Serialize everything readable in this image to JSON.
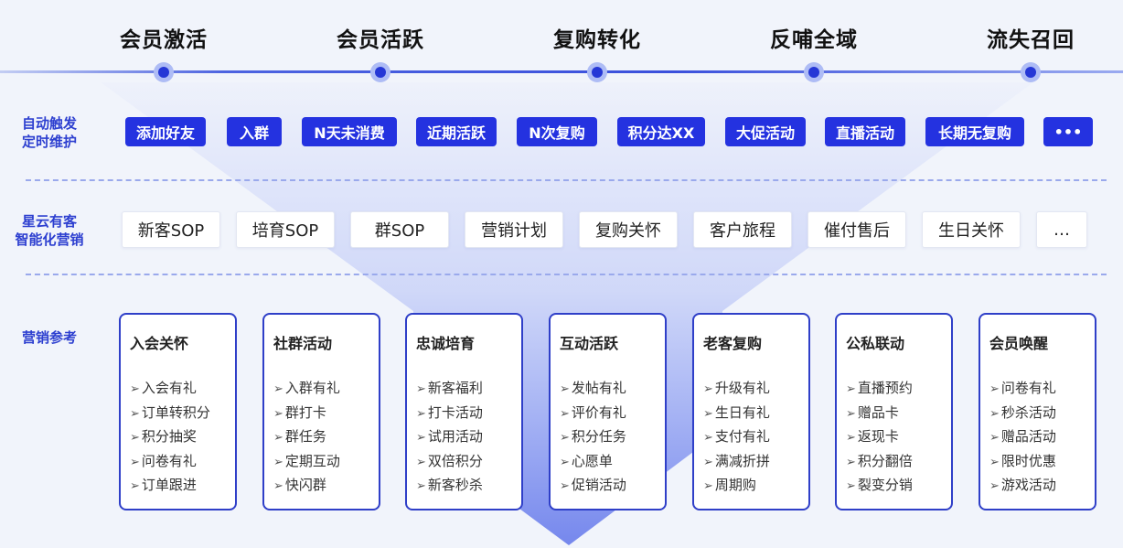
{
  "stages": [
    "会员激活",
    "会员活跃",
    "复购转化",
    "反哺全域",
    "流失召回"
  ],
  "row_labels": {
    "auto": [
      "自动触发",
      "定时维护"
    ],
    "sop": [
      "星云有客",
      "智能化营销"
    ],
    "ref": [
      "营销参考"
    ]
  },
  "triggers": [
    "添加好友",
    "入群",
    "N天未消费",
    "近期活跃",
    "N次复购",
    "积分达XX",
    "大促活动",
    "直播活动",
    "长期无复购",
    "•••"
  ],
  "sops": [
    "新客SOP",
    "培育SOP",
    "群SOP",
    "营销计划",
    "复购关怀",
    "客户旅程",
    "催付售后",
    "生日关怀",
    "…"
  ],
  "references": [
    {
      "title": "入会关怀",
      "items": [
        "入会有礼",
        "订单转积分",
        "积分抽奖",
        "问卷有礼",
        "订单跟进"
      ]
    },
    {
      "title": "社群活动",
      "items": [
        "入群有礼",
        "群打卡",
        "群任务",
        "定期互动",
        "快闪群"
      ]
    },
    {
      "title": "忠诚培育",
      "items": [
        "新客福利",
        "打卡活动",
        "试用活动",
        "双倍积分",
        "新客秒杀"
      ]
    },
    {
      "title": "互动活跃",
      "items": [
        "发帖有礼",
        "评价有礼",
        "积分任务",
        "心愿单",
        "促销活动"
      ]
    },
    {
      "title": "老客复购",
      "items": [
        "升级有礼",
        "生日有礼",
        "支付有礼",
        "满减折拼",
        "周期购"
      ]
    },
    {
      "title": "公私联动",
      "items": [
        "直播预约",
        "赠品卡",
        "返现卡",
        "积分翻倍",
        "裂变分销"
      ]
    },
    {
      "title": "会员唤醒",
      "items": [
        "问卷有礼",
        "秒杀活动",
        "赠品活动",
        "限时优惠",
        "游戏活动"
      ]
    }
  ],
  "list_marker": "➢",
  "colors": {
    "accent": "#2432e0",
    "label": "#2d3fd0",
    "card_border": "#2f3fc8",
    "funnel": "#5b74f0"
  }
}
